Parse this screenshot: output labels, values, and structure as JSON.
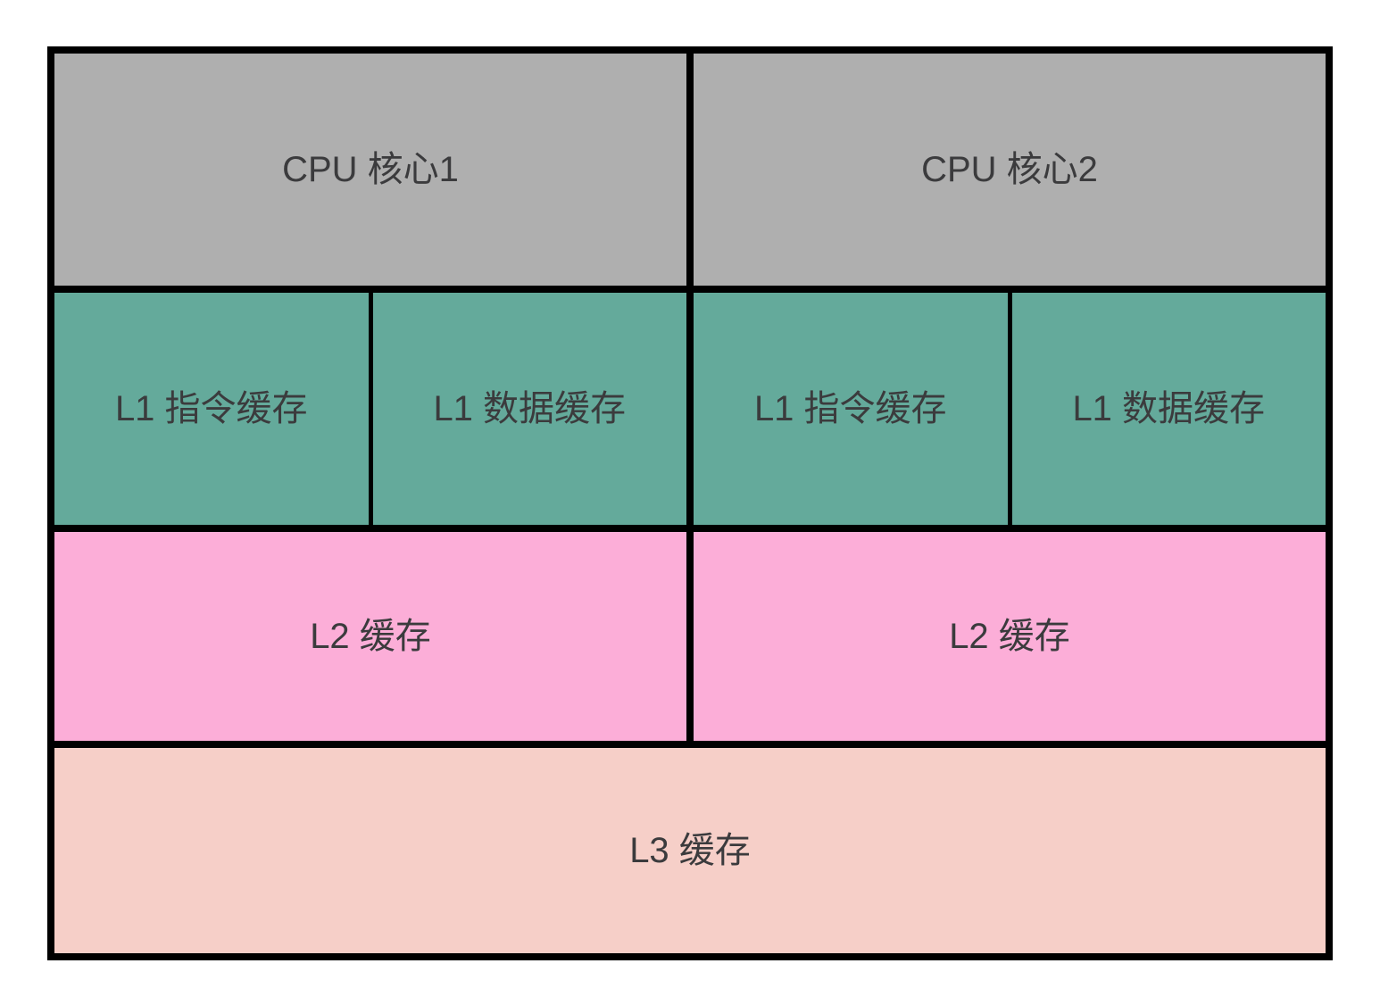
{
  "colors": {
    "core": "#AFAFAF",
    "l1": "#64AA9B",
    "l2": "#FCAED8",
    "l3": "#F6CFC8",
    "border": "#000000",
    "text": "#3B3B3D",
    "page_bg": "#FFFFFF"
  },
  "cores": [
    {
      "label": "CPU 核心1"
    },
    {
      "label": "CPU 核心2"
    }
  ],
  "l1_caches": [
    {
      "label": "L1 指令缓存"
    },
    {
      "label": "L1 数据缓存"
    },
    {
      "label": "L1 指令缓存"
    },
    {
      "label": "L1 数据缓存"
    }
  ],
  "l2_caches": [
    {
      "label": "L2 缓存"
    },
    {
      "label": "L2 缓存"
    }
  ],
  "l3_cache": {
    "label": "L3 缓存"
  }
}
